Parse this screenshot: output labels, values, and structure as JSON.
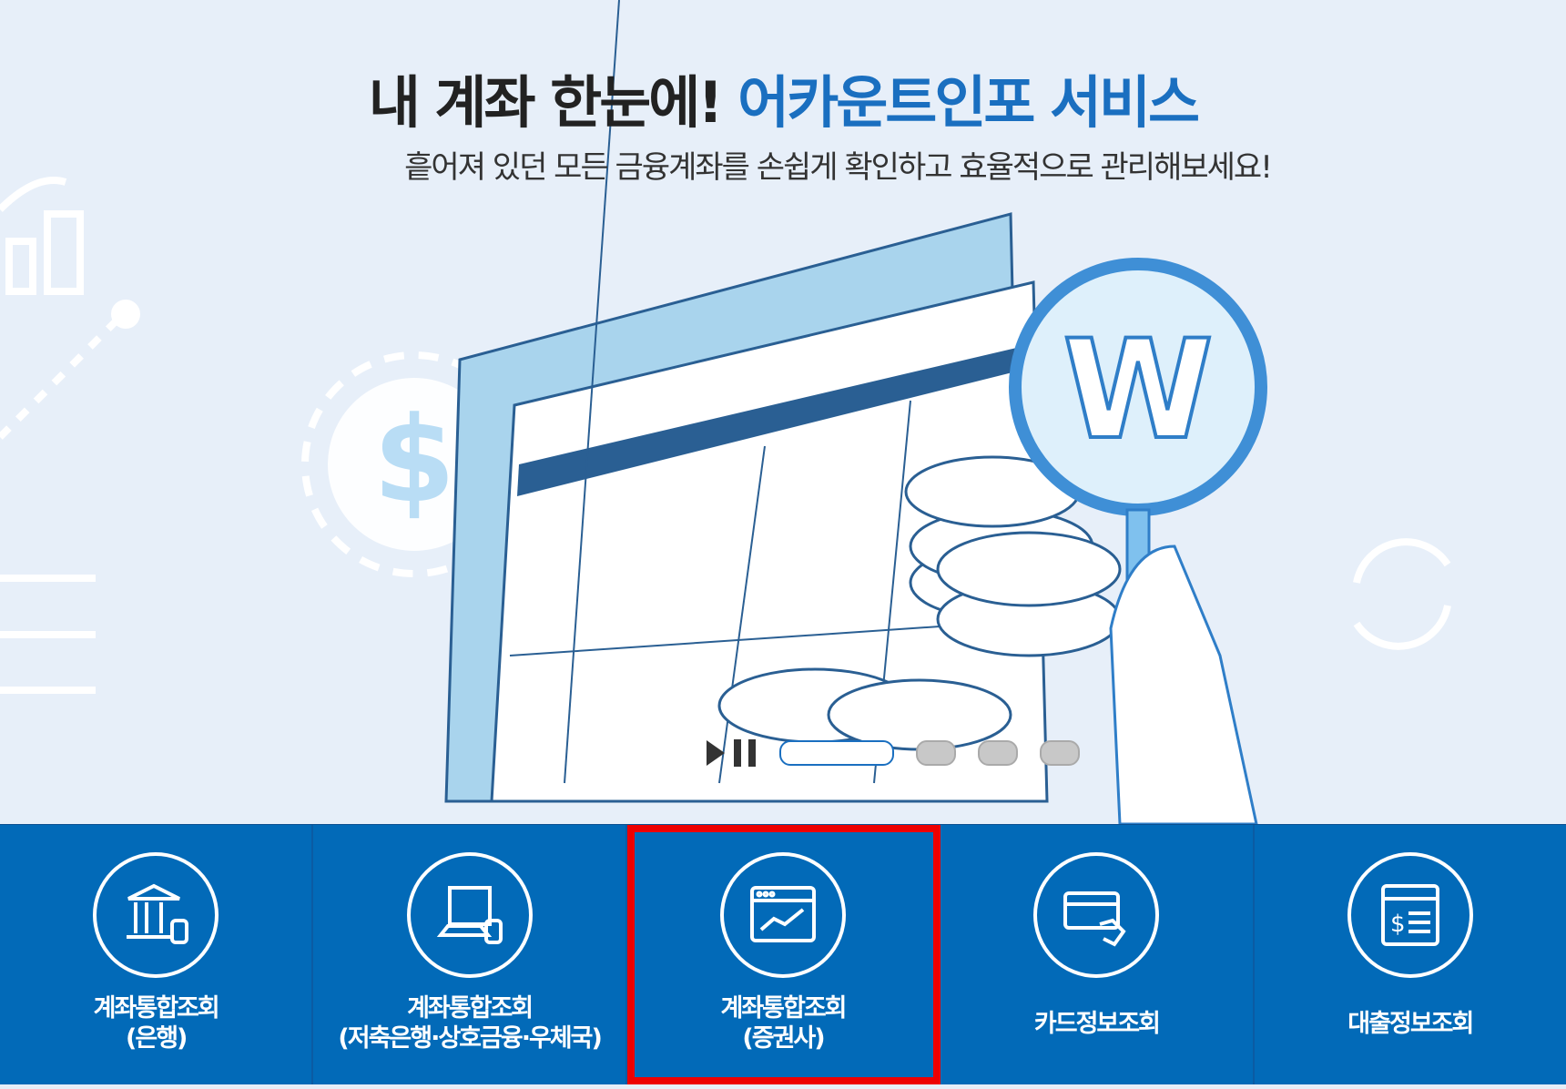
{
  "banner": {
    "title_plain": "내 계좌 한눈에!",
    "title_highlight": "어카운트인포 서비스",
    "subtitle": "흩어져 있던 모든 금융계좌를 손쉽게 확인하고 효율적으로 관리해보세요!",
    "slider": {
      "slide_count": 4,
      "active_index": 0
    }
  },
  "menu": [
    {
      "line1": "계좌통합조회",
      "line2": "(은행)",
      "icon": "bank-icon"
    },
    {
      "line1": "계좌통합조회",
      "line2": "(저축은행·상호금융·우체국)",
      "icon": "laptop-coins-icon"
    },
    {
      "line1": "계좌통합조회",
      "line2": "(증권사)",
      "icon": "stock-chart-icon",
      "selected": true
    },
    {
      "line1": "카드정보조회",
      "line2": "",
      "icon": "card-hand-icon"
    },
    {
      "line1": "대출정보조회",
      "line2": "",
      "icon": "loan-document-icon"
    }
  ],
  "colors": {
    "accent": "#1a6fc0",
    "bar": "#026ab8",
    "highlight": "#e00000"
  }
}
